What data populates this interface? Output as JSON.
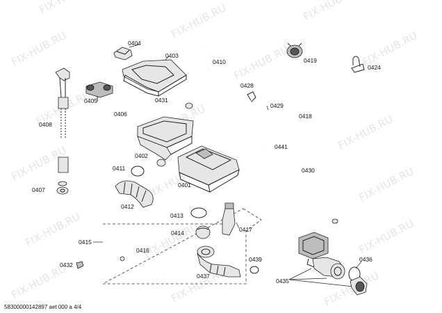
{
  "watermark": "FIX-HUB.RU",
  "footer": "58300000142897 aet 000 a 4/4",
  "labels": {
    "p0404": "0404",
    "p0403": "0403",
    "p0410": "0410",
    "p0419": "0419",
    "p0424": "0424",
    "p0428": "0428",
    "p0405": "0405",
    "p0431": "0431",
    "p0406": "0406",
    "p0429": "0429",
    "p0418": "0418",
    "p0408": "0408",
    "p0402": "0402",
    "p0441": "0441",
    "p0411": "0411",
    "p0430": "0430",
    "p0407": "0407",
    "p0401": "0401",
    "p0412": "0412",
    "p0413": "0413",
    "p0417": "0417",
    "p0414": "0414",
    "p0415": "0415",
    "p0416": "0416",
    "p0439": "0439",
    "p0436": "0436",
    "p0432": "0432",
    "p0437": "0437",
    "p0435": "0435"
  }
}
